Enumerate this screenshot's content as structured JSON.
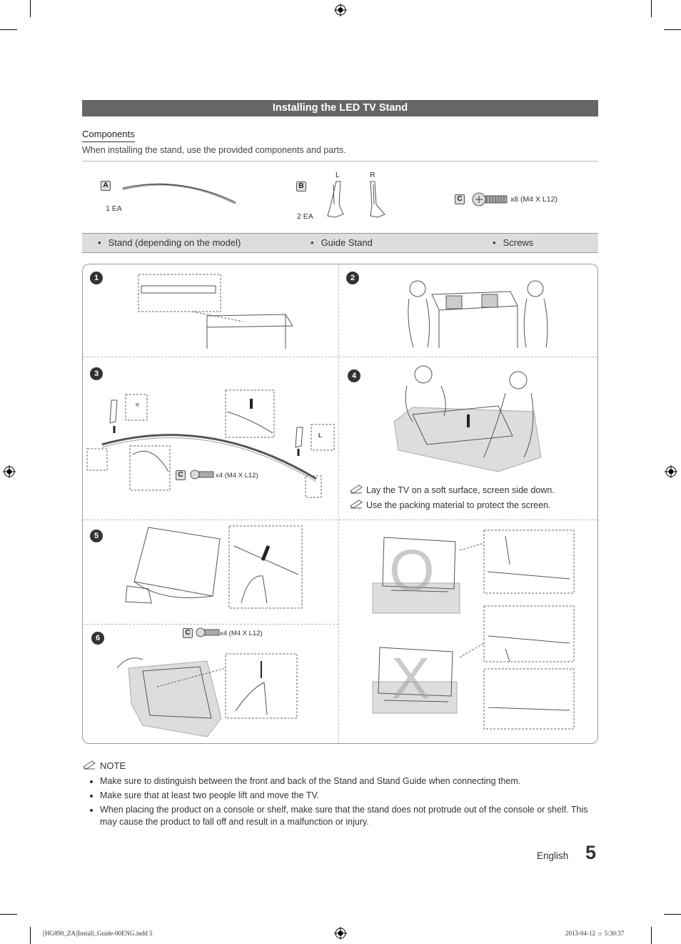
{
  "title": "Installing the LED TV Stand",
  "components": {
    "heading": "Components",
    "description": "When installing the stand, use the provided components and parts.",
    "items": [
      {
        "letter": "A",
        "qty": "1 EA",
        "name": "Stand (depending on the model)"
      },
      {
        "letter": "B",
        "qty": "2 EA",
        "name": "Guide Stand",
        "left_label": "L",
        "right_label": "R"
      },
      {
        "letter": "C",
        "qty": "x8 (M4 X L12)",
        "name": "Screws"
      }
    ]
  },
  "steps": [
    {
      "number": "1"
    },
    {
      "number": "2"
    },
    {
      "number": "3",
      "badge": "C",
      "screw_qty": "x4 (M4 X L12)",
      "label_r": "R",
      "label_l": "L"
    },
    {
      "number": "4",
      "notes": [
        "Lay the TV on a soft surface, screen side down.",
        "Use the packing material to protect the screen."
      ]
    },
    {
      "number": "5"
    },
    {
      "number": "6",
      "badge": "C",
      "screw_qty": "x4 (M4 X L12)"
    }
  ],
  "placement": {
    "correct": "O",
    "wrong": "X"
  },
  "note": {
    "heading": "NOTE",
    "items": [
      "Make sure to distinguish between the front and back of the Stand and Stand Guide when connecting them.",
      "Make sure that at least two people lift and move the TV.",
      "When placing the product on a console or shelf, make sure that the stand does not protrude out of the console or shelf. This may cause the product to fall off and result in a malfunction or injury."
    ]
  },
  "footer": {
    "language": "English",
    "page": "5",
    "slug_left": "[HG890_ZA]Install_Guide-00ENG.indd   5",
    "slug_right": "2013-04-12   ☼ 5:30:37"
  }
}
